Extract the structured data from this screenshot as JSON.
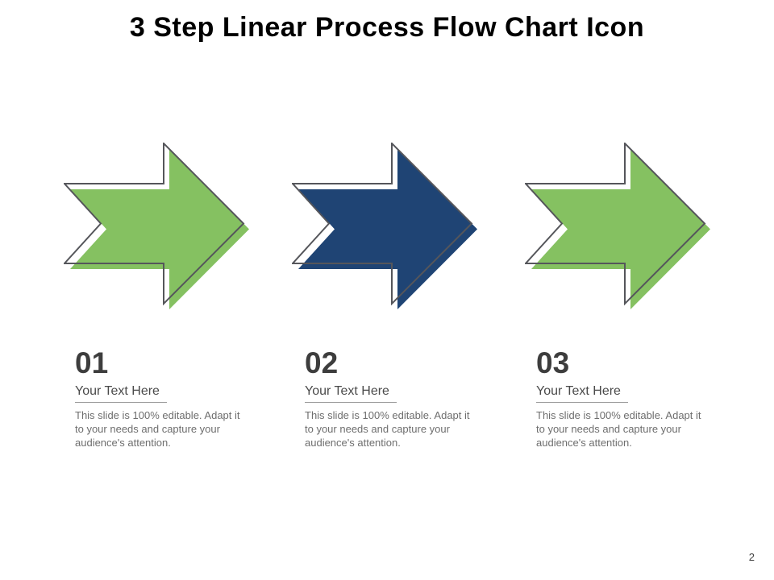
{
  "slide": {
    "title": "3 Step Linear Process Flow Chart Icon",
    "page_number": "2"
  },
  "colors": {
    "green": "#85C161",
    "navy": "#1F4474",
    "outline_gray": "#55565B",
    "number_gray": "#3D3D3D",
    "heading_gray": "#4A4A4A",
    "body_gray": "#6E6E6E"
  },
  "steps": [
    {
      "number": "01",
      "heading": "Your Text Here",
      "description": "This slide is 100% editable. Adapt it to your needs and capture your audience's attention.",
      "arrow_color": "#85C161"
    },
    {
      "number": "02",
      "heading": "Your Text Here",
      "description": "This slide is 100% editable. Adapt it to your needs and capture your audience's attention.",
      "arrow_color": "#1F4474"
    },
    {
      "number": "03",
      "heading": "Your Text Here",
      "description": "This slide is 100% editable. Adapt it to your needs and capture your audience's attention.",
      "arrow_color": "#85C161"
    }
  ]
}
